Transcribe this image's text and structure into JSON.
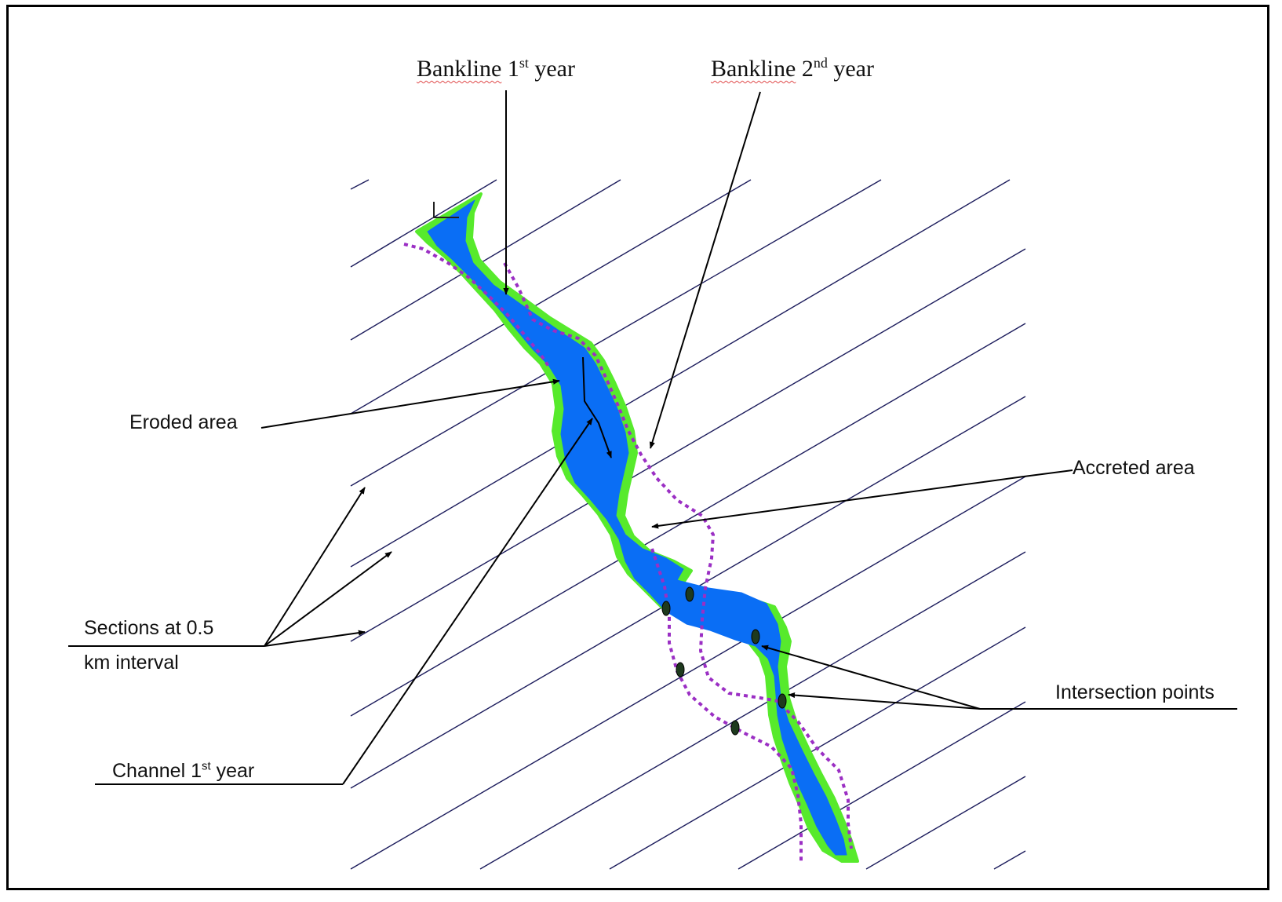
{
  "labels": {
    "bankline1": {
      "word": "Bankline",
      "num": "1",
      "sup": "st",
      "rest": "year"
    },
    "bankline2": {
      "word": "Bankline",
      "num": "2",
      "sup": "nd",
      "rest": "year"
    },
    "eroded": "Eroded area",
    "accreted": "Accreted area",
    "sections_line1": "Sections at 0.5",
    "sections_line2": "km interval",
    "intersection": "Intersection points",
    "channel": {
      "text": "Channel 1",
      "sup": "st",
      "rest": "year"
    }
  },
  "colors": {
    "channel_fill": "#0a6ef5",
    "bank_fill": "#57ea2c",
    "bankline2_dots": "#9b2fc4",
    "section_lines": "#1c1c5c",
    "leaders": "#000000"
  }
}
